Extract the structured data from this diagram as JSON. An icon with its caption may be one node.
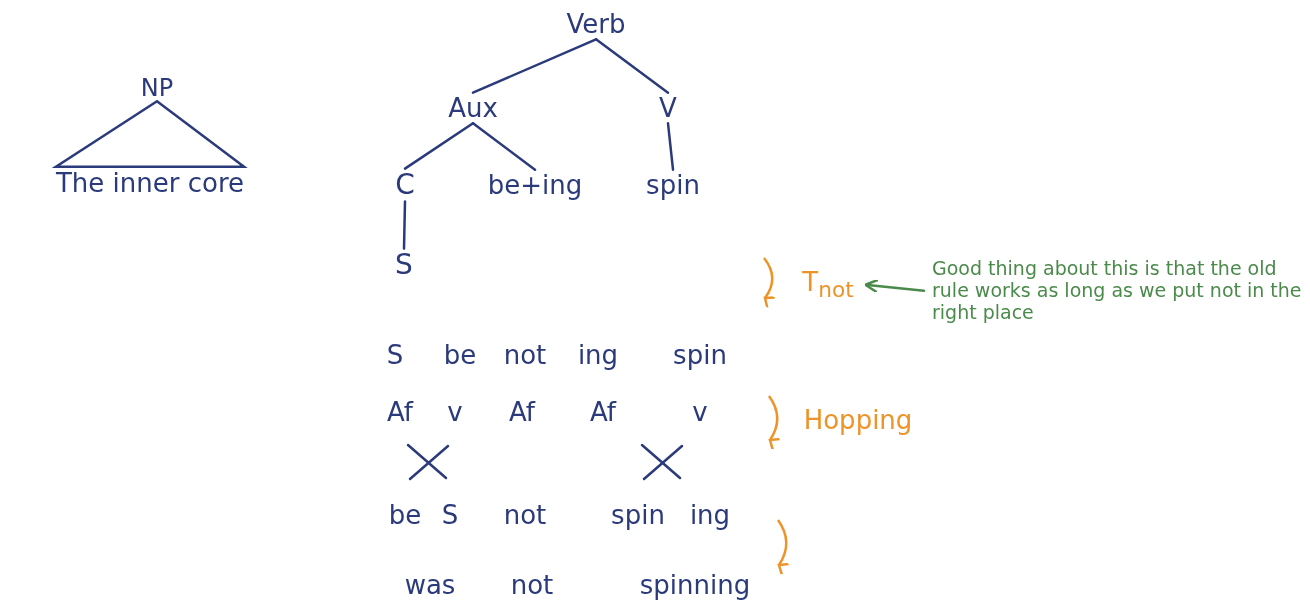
{
  "diagram": {
    "nodes": [
      {
        "text": [
          "NP"
        ]
      },
      {
        "text": [
          "The inner core"
        ]
      },
      {
        "text": [
          "Verb"
        ]
      },
      {
        "text": [
          "Aux"
        ]
      },
      {
        "text": [
          "V"
        ]
      },
      {
        "text": [
          "C"
        ]
      },
      {
        "text": [
          "be+ing"
        ]
      },
      {
        "text": [
          "spin"
        ]
      },
      {
        "text": [
          "S"
        ]
      },
      {
        "text": [
          "T$_{not}$"
        ]
      },
      {
        "text": [
          "Good thing about this is that the old rule works as long as we put not in the right place"
        ]
      }
    ],
    "edges": [
      {
        "from": 0,
        "to": 1,
        "arrow": "none"
      },
      {
        "from": 2,
        "to": 3,
        "arrow": "none"
      },
      {
        "from": 2,
        "to": 4,
        "arrow": "none"
      },
      {
        "from": 3,
        "to": 5,
        "arrow": "none"
      },
      {
        "from": 3,
        "to": 6,
        "arrow": "none"
      },
      {
        "from": 4,
        "to": 7,
        "arrow": "none"
      },
      {
        "from": 5,
        "to": 8,
        "arrow": "none"
      },
      {
        "from": 10,
        "to": 9,
        "arrow": "to",
        "color": "#4a8a4a"
      }
    ],
    "labels": [
      "S",
      "be",
      "not",
      "ing",
      "spin",
      "Af",
      "v",
      "Af",
      "Af",
      "v",
      "be",
      "S",
      "not",
      "spin",
      "ing",
      "was",
      "not",
      "spinning",
      "Hopping"
    ]
  }
}
